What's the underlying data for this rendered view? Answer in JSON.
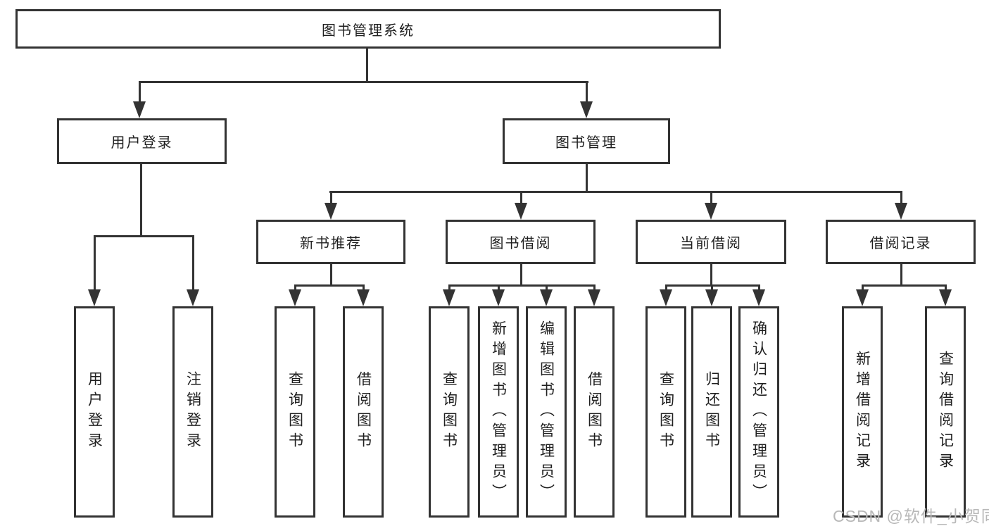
{
  "diagram": {
    "root": {
      "label": "图书管理系统"
    },
    "level2": [
      {
        "label": "用户登录"
      },
      {
        "label": "图书管理"
      }
    ],
    "level3": [
      {
        "label": "新书推荐"
      },
      {
        "label": "图书借阅"
      },
      {
        "label": "当前借阅"
      },
      {
        "label": "借阅记录"
      }
    ],
    "leaves": {
      "user_login": [
        "用户登录",
        "注销登录"
      ],
      "new_book": [
        "查询图书",
        "借阅图书"
      ],
      "book_borrow": [
        "查询图书",
        "新增图书（管理员）",
        "编辑图书（管理员）",
        "借阅图书"
      ],
      "current_borrow": [
        "查询图书",
        "归还图书",
        "确认归还（管理员）"
      ],
      "borrow_record": [
        "新增借阅记录",
        "查询借阅记录"
      ]
    }
  },
  "watermark": {
    "text": "CSDN @软件_小贺同学"
  },
  "colors": {
    "line": "#333333",
    "text": "#1f1f1f",
    "watermark": "#b8b8b8",
    "background": "#ffffff"
  }
}
